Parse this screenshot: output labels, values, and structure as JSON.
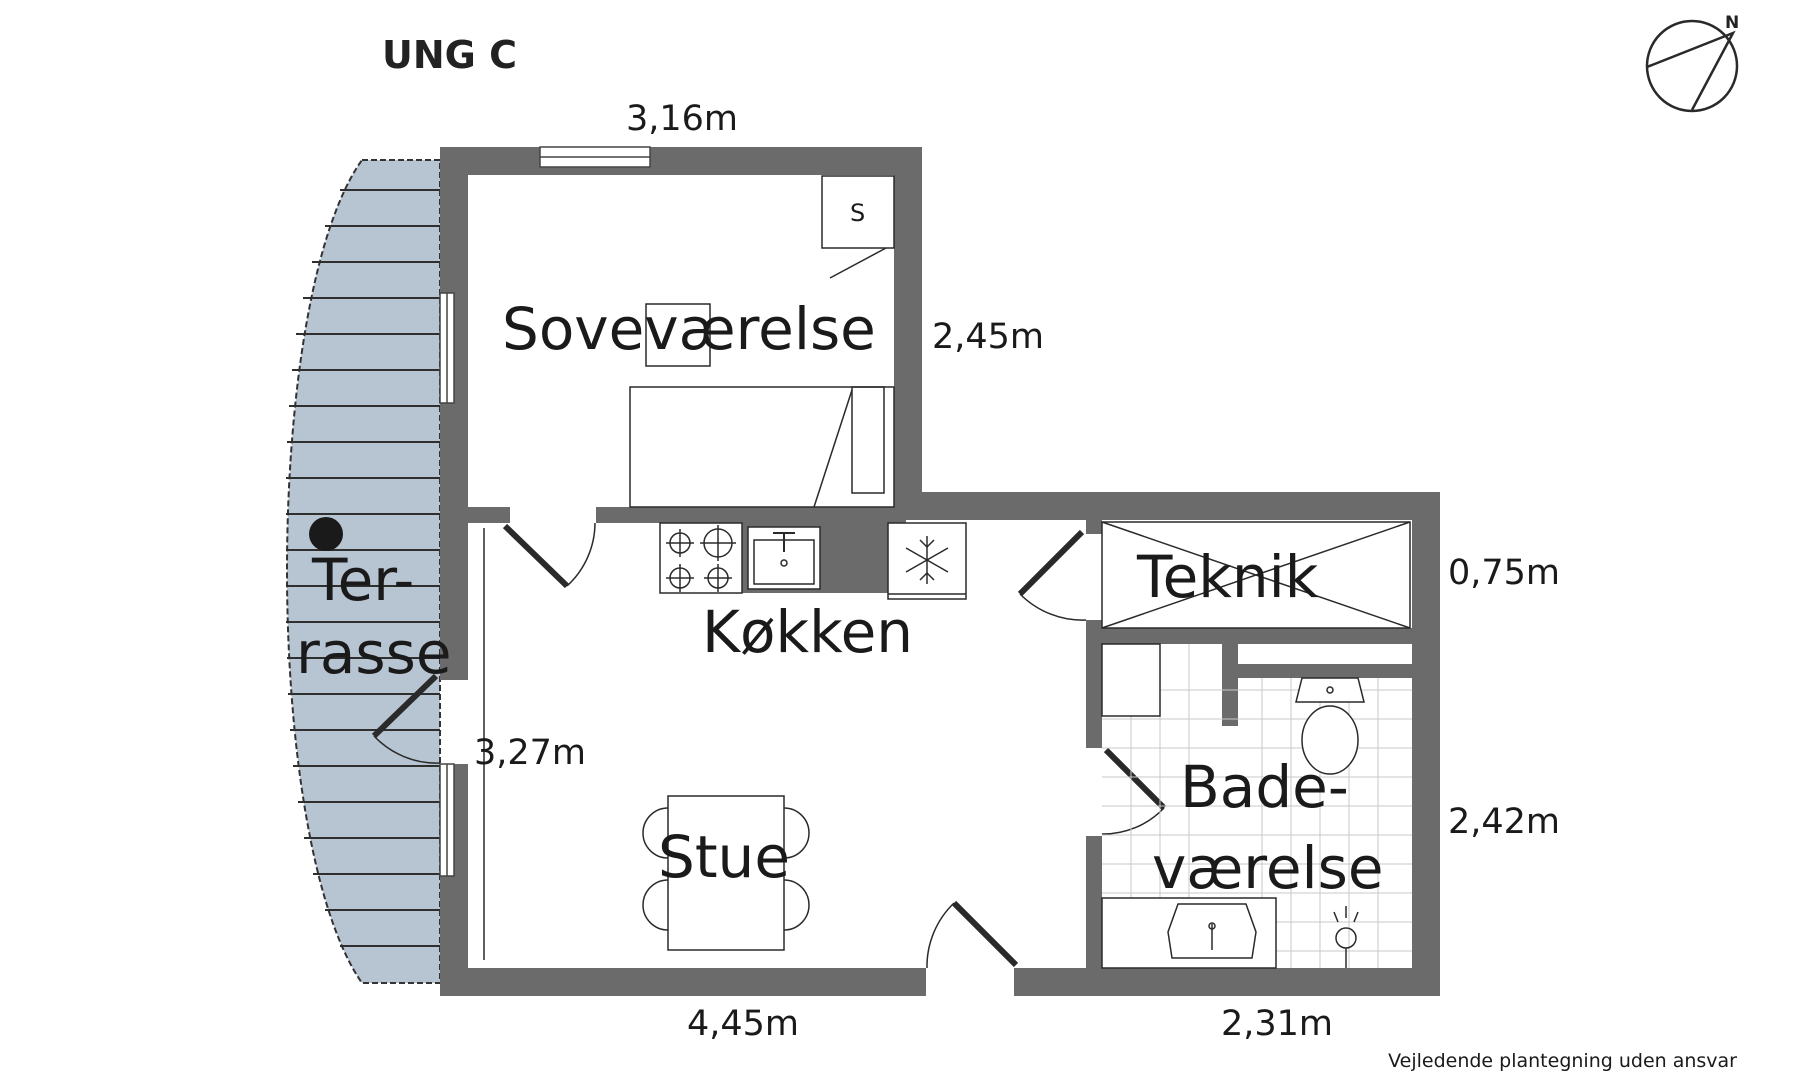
{
  "title": "UNG C",
  "disclaimer": "Vejledende plantegning uden ansvar",
  "compass": {
    "label": "N"
  },
  "colors": {
    "wall": "#6b6b6b",
    "terrace": "#b7c4d1",
    "line": "#2a2a2a"
  },
  "rooms": {
    "bedroom": "Soveværelse",
    "kitchen": "Køkken",
    "living": "Stue",
    "technical": "Teknik",
    "bathroom_line1": "Bade-",
    "bathroom_line2": "værelse",
    "terrace_line1": "Ter-",
    "terrace_line2": "rasse",
    "closet": "S"
  },
  "dimensions": {
    "top": "3,16m",
    "bedroom_right": "2,45m",
    "technical_right": "0,75m",
    "bathroom_right": "2,42m",
    "living_left": "3,27m",
    "bottom_left": "4,45m",
    "bottom_right": "2,31m"
  }
}
